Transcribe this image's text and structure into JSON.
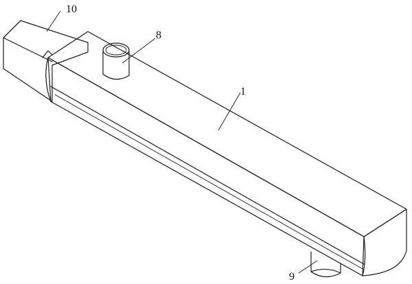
{
  "labels": {
    "part_1": "1",
    "part_8": "8",
    "part_9": "9",
    "part_10": "10"
  }
}
